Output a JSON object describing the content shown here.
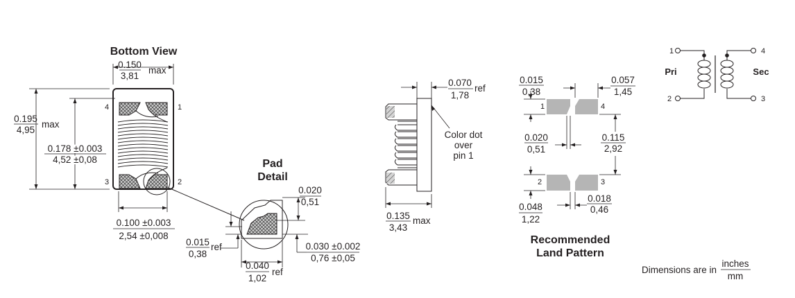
{
  "bottom_view": {
    "title": "Bottom View",
    "width": {
      "in": "0.150",
      "mm": "3,81",
      "suffix": "max"
    },
    "height": {
      "in": "0.195",
      "mm": "4,95",
      "suffix": "max"
    },
    "inner_height": {
      "in": "0.178 ±0.003",
      "mm": "4,52 ±0,08"
    },
    "bottom_width": {
      "in": "0.100 ±0.003",
      "mm": "2,54 ±0,008"
    },
    "pins": {
      "p1": "1",
      "p2": "2",
      "p3": "3",
      "p4": "4"
    }
  },
  "pad_detail": {
    "title_line1": "Pad",
    "title_line2": "Detail",
    "gap": {
      "in": "0.020",
      "mm": "0,51"
    },
    "left": {
      "in": "0.015",
      "mm": "0,38",
      "suffix": "ref"
    },
    "height": {
      "in": "0.030 ±0.002",
      "mm": "0,76 ±0,05"
    },
    "width": {
      "in": "0.040",
      "mm": "1,02",
      "suffix": "ref"
    }
  },
  "side_view": {
    "top": {
      "in": "0.070",
      "mm": "1,78",
      "suffix": "ref"
    },
    "note_line1": "Color dot",
    "note_line2": "over",
    "note_line3": "pin 1",
    "bottom": {
      "in": "0.135",
      "mm": "3,43",
      "suffix": "max"
    }
  },
  "land_pattern": {
    "title_line1": "Recommended",
    "title_line2": "Land Pattern",
    "pad_height": {
      "in": "0.015",
      "mm": "0,38"
    },
    "pad_width": {
      "in": "0.057",
      "mm": "1,45"
    },
    "gap": {
      "in": "0.020",
      "mm": "0,51"
    },
    "pitch": {
      "in": "0.115",
      "mm": "2,92"
    },
    "bottom_gap": {
      "in": "0.018",
      "mm": "0,46"
    },
    "pad_len": {
      "in": "0.048",
      "mm": "1,22"
    },
    "pins": {
      "p1": "1",
      "p2": "2",
      "p3": "3",
      "p4": "4"
    }
  },
  "schematic": {
    "pri": "Pri",
    "sec": "Sec",
    "pins": {
      "p1": "1",
      "p2": "2",
      "p3": "3",
      "p4": "4"
    }
  },
  "units_note": {
    "text": "Dimensions are in",
    "numerator": "inches",
    "denominator": "mm"
  }
}
